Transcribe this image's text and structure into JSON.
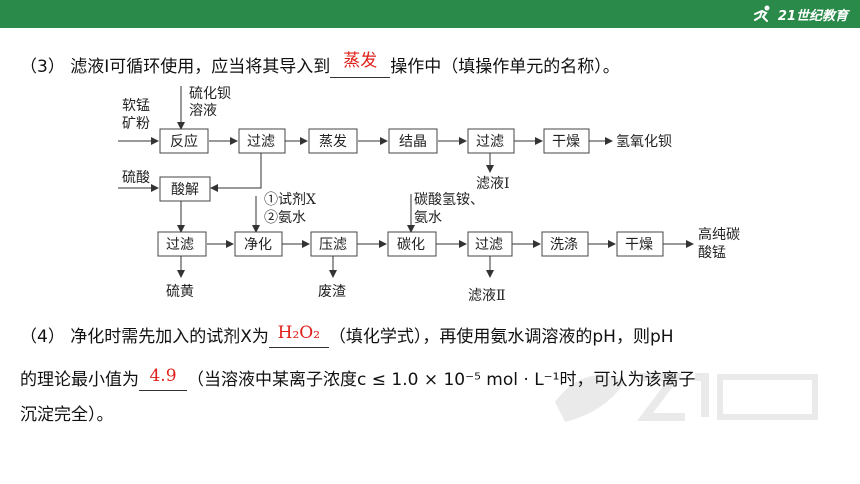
{
  "header": {
    "logo_text": "21世纪教育",
    "bar_color": "#2a8a4a"
  },
  "q3": {
    "prefix": "（3） 滤液Ⅰ可循环使用，应当将其导入到",
    "answer": "蒸发",
    "suffix": "操作中（填操作单元的名称）。"
  },
  "flow": {
    "input_ore": [
      "软锰",
      "矿粉"
    ],
    "reagent_ba": [
      "硫化钡",
      "溶液"
    ],
    "row1": [
      "反应",
      "过滤",
      "蒸发",
      "结晶",
      "过滤",
      "干燥"
    ],
    "row1_output": "氢氧化钡",
    "filtrate1": "滤液Ⅰ",
    "acid": "硫酸",
    "acid_box": "酸解",
    "reagents_x": [
      "①试剂X",
      "②氨水"
    ],
    "reagent_nh4": [
      "碳酸氢铵、",
      "氨水"
    ],
    "row2": [
      "过滤",
      "净化",
      "压滤",
      "碳化",
      "过滤",
      "洗涤",
      "干燥"
    ],
    "row2_output": [
      "高纯碳",
      "酸锰"
    ],
    "byproduct_s": "硫黄",
    "byproduct_waste": "废渣",
    "filtrate2": "滤液Ⅱ"
  },
  "q4": {
    "line1_prefix": "（4） 净化时需先加入的试剂X为",
    "answer1": "H₂O₂",
    "line1_mid": "（填化学式），再使用氨水调溶液的pH，则pH",
    "line2_prefix": "的理论最小值为",
    "answer2": "4.9",
    "line2_suffix": "（当溶液中某离子浓度c ≤ 1.0 × 10⁻⁵ mol · L⁻¹时，可认为该离子",
    "line3": "沉淀完全）。"
  },
  "colors": {
    "answer": "#e0211b"
  }
}
